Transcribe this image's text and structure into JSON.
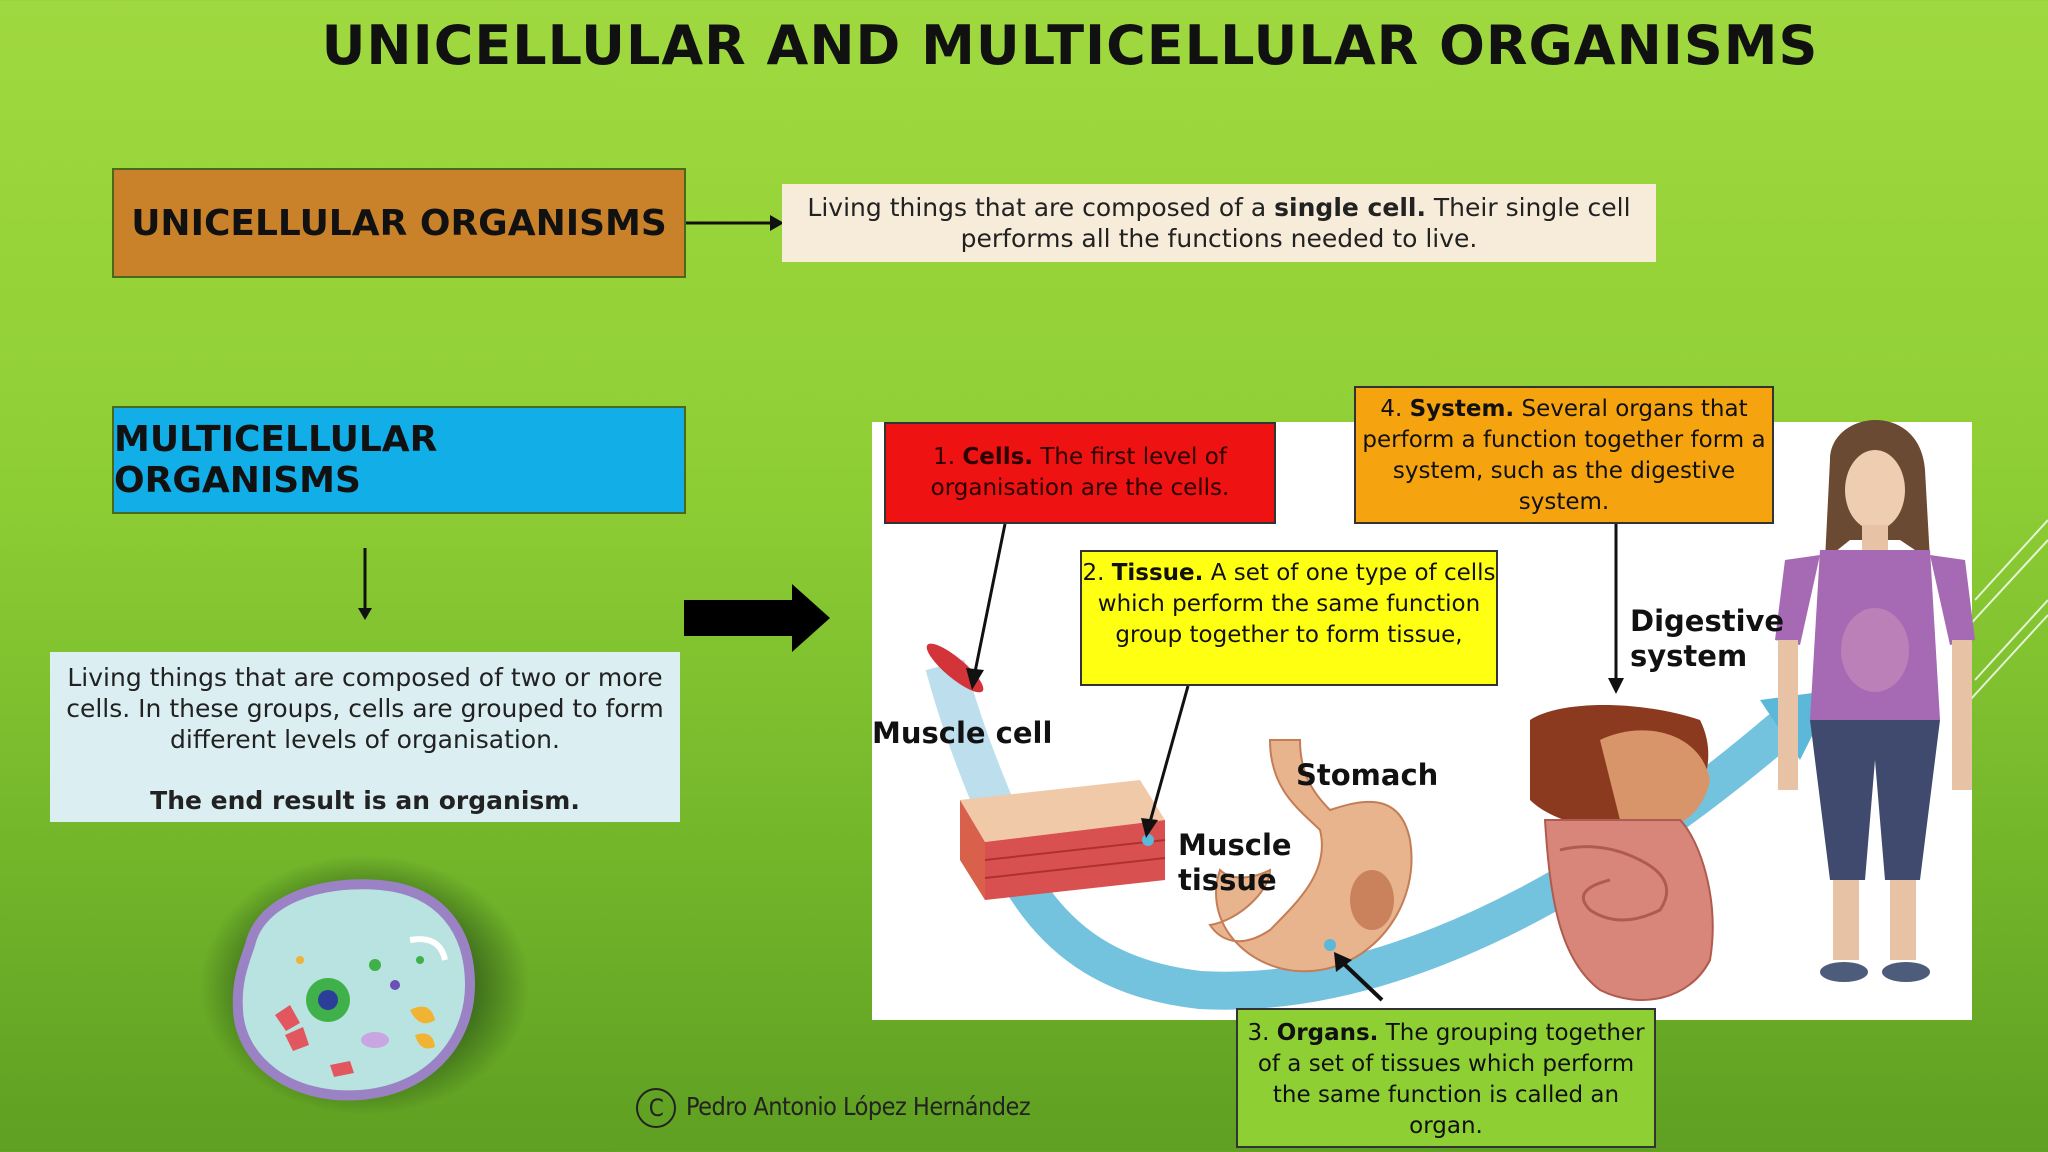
{
  "title": "UNICELLULAR AND MULTICELLULAR ORGANISMS",
  "unicellular": {
    "label": "UNICELLULAR ORGANISMS",
    "desc_before": "Living things that are composed of a ",
    "desc_bold": "single cell.",
    "desc_after": " Their single cell performs all the functions needed to live."
  },
  "multicellular": {
    "label": "MULTICELLULAR ORGANISMS",
    "desc": "Living things that are composed of two or more cells. In these groups, cells are grouped to form different levels of organisation.",
    "end": "The end result is an organism."
  },
  "levels": {
    "cells": {
      "num": "1.",
      "bold": "Cells.",
      "text": " The first level of organisation are the cells."
    },
    "tissue": {
      "num": "2.",
      "bold": "Tissue.",
      "text": " A set of one type of cells which perform the same function group together to form tissue,"
    },
    "organs": {
      "num": "3.",
      "bold": "Organs.",
      "text": " The grouping together of a set of tissues which perform the same function is called an organ."
    },
    "system": {
      "num": "4.",
      "bold": "System.",
      "text": " Several organs that perform a function together form a system, such as the digestive system."
    }
  },
  "picture_labels": {
    "muscle_cell": "Muscle cell",
    "muscle_tissue_1": "Muscle",
    "muscle_tissue_2": "tissue",
    "stomach": "Stomach",
    "digestive_1": "Digestive",
    "digestive_2": "system"
  },
  "credit": {
    "symbol": "C",
    "author": "Pedro Antonio López Hernández"
  }
}
